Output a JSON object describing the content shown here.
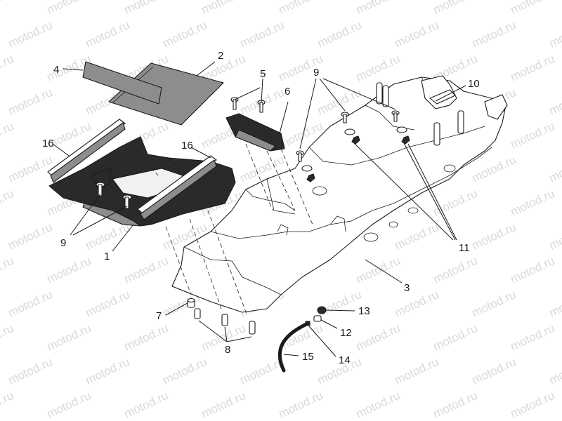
{
  "watermark": {
    "text": "motod.ru"
  },
  "callouts": {
    "c1": "1",
    "c2": "2",
    "c3": "3",
    "c4": "4",
    "c5": "5",
    "c6": "6",
    "c7": "7",
    "c8": "8",
    "c9a": "9",
    "c9b": "9",
    "c10": "10",
    "c11": "11",
    "c12": "12",
    "c13": "13",
    "c14": "14",
    "c15": "15",
    "c16a": "16",
    "c16b": "16"
  }
}
